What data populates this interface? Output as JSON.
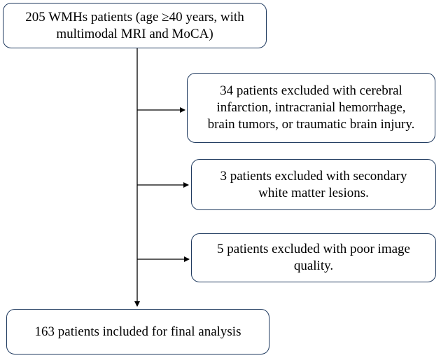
{
  "flowchart": {
    "start_box": {
      "lines": [
        "205 WMHs patients (age ≥40 years, with",
        "multimodal MRI and MoCA)"
      ]
    },
    "exclusions": [
      {
        "lines": [
          "34 patients excluded with cerebral",
          "infarction, intracranial hemorrhage,",
          "brain tumors, or traumatic brain injury."
        ]
      },
      {
        "lines": [
          "3 patients excluded with secondary",
          "white matter lesions."
        ]
      },
      {
        "lines": [
          "5 patients excluded with poor image",
          "quality."
        ]
      }
    ],
    "final_box": {
      "lines": [
        "163 patients included for final analysis"
      ]
    }
  },
  "colors": {
    "box_border": "#1f3a5f",
    "connector": "#000000"
  }
}
